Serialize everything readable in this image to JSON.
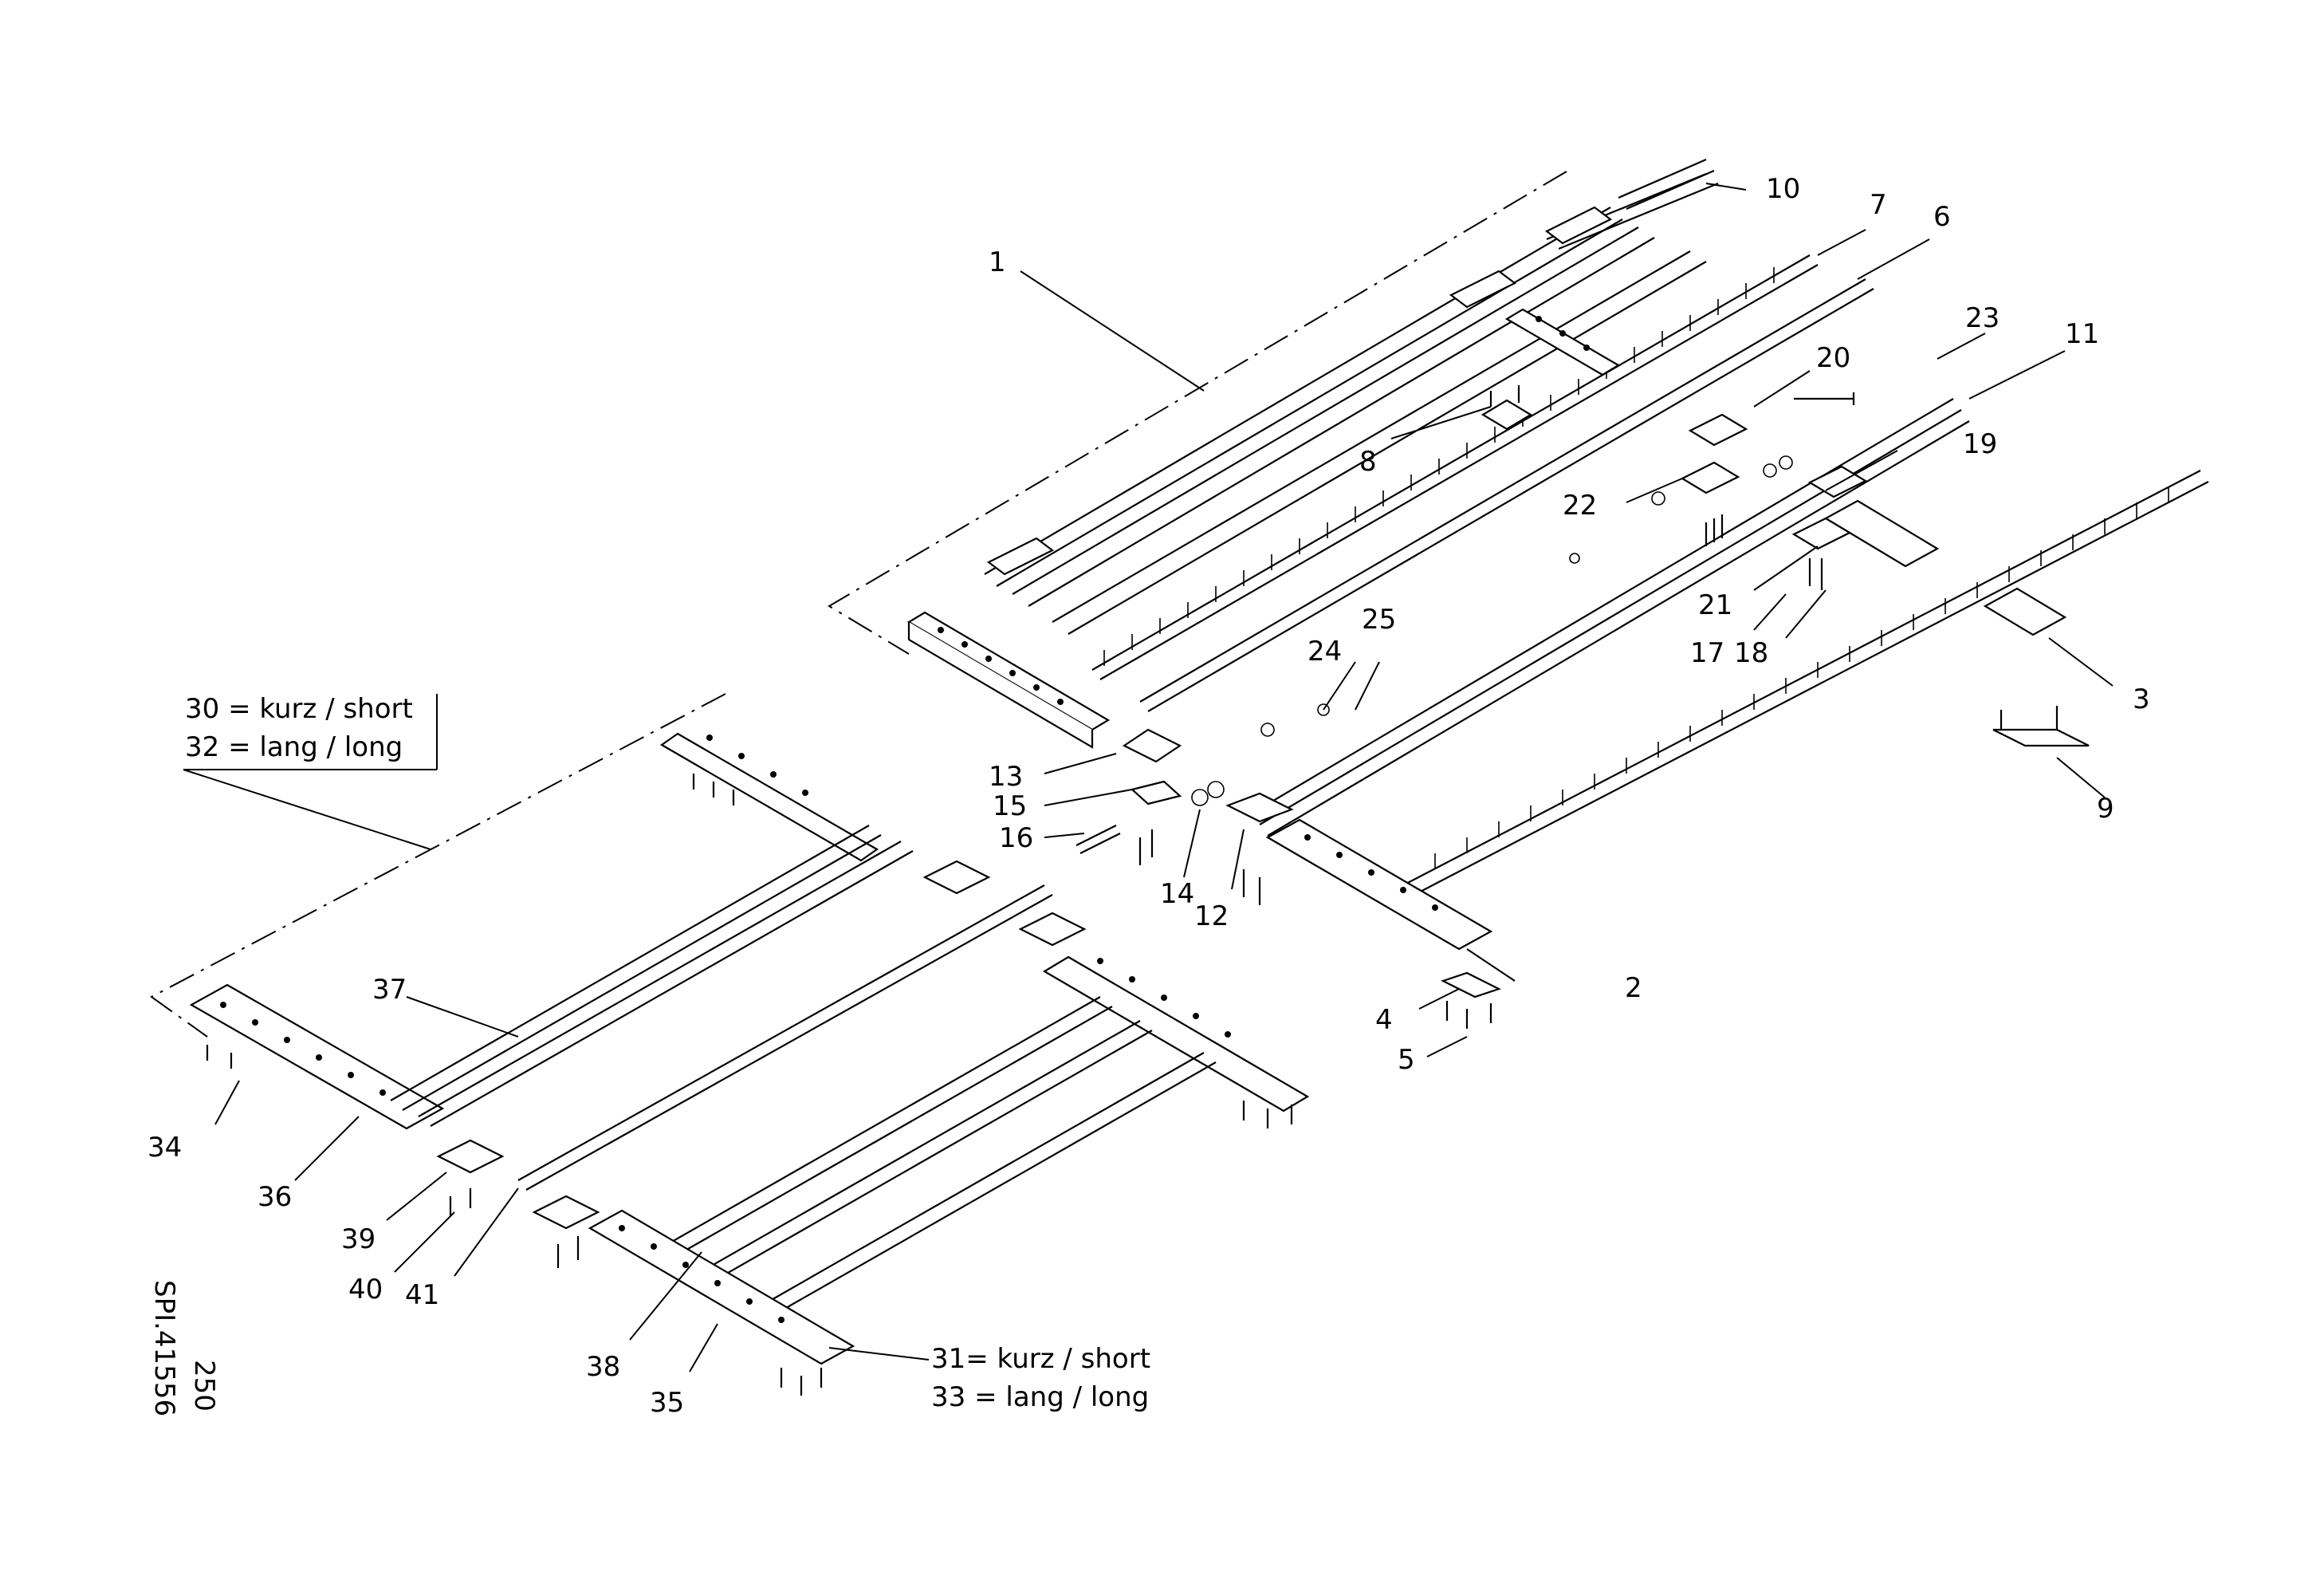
{
  "callouts": {
    "c1": "1",
    "c2": "2",
    "c3": "3",
    "c4": "4",
    "c5": "5",
    "c6": "6",
    "c7": "7",
    "c8": "8",
    "c9": "9",
    "c10": "10",
    "c11": "11",
    "c12": "12",
    "c13": "13",
    "c14": "14",
    "c15": "15",
    "c16": "16",
    "c17": "17",
    "c18": "18",
    "c19": "19",
    "c20": "20",
    "c21": "21",
    "c22": "22",
    "c23": "23",
    "c24": "24",
    "c25": "25",
    "c34": "34",
    "c35": "35",
    "c36": "36",
    "c37": "37",
    "c38": "38",
    "c39": "39",
    "c40": "40",
    "c41": "41"
  },
  "legend_upper": {
    "line1": "30 = kurz / short",
    "line2": "32 = lang / long"
  },
  "legend_lower": {
    "line1": "31= kurz / short",
    "line2": "33 = lang / long"
  },
  "drawing_number": "SPI.41556",
  "sheet_number": "250"
}
